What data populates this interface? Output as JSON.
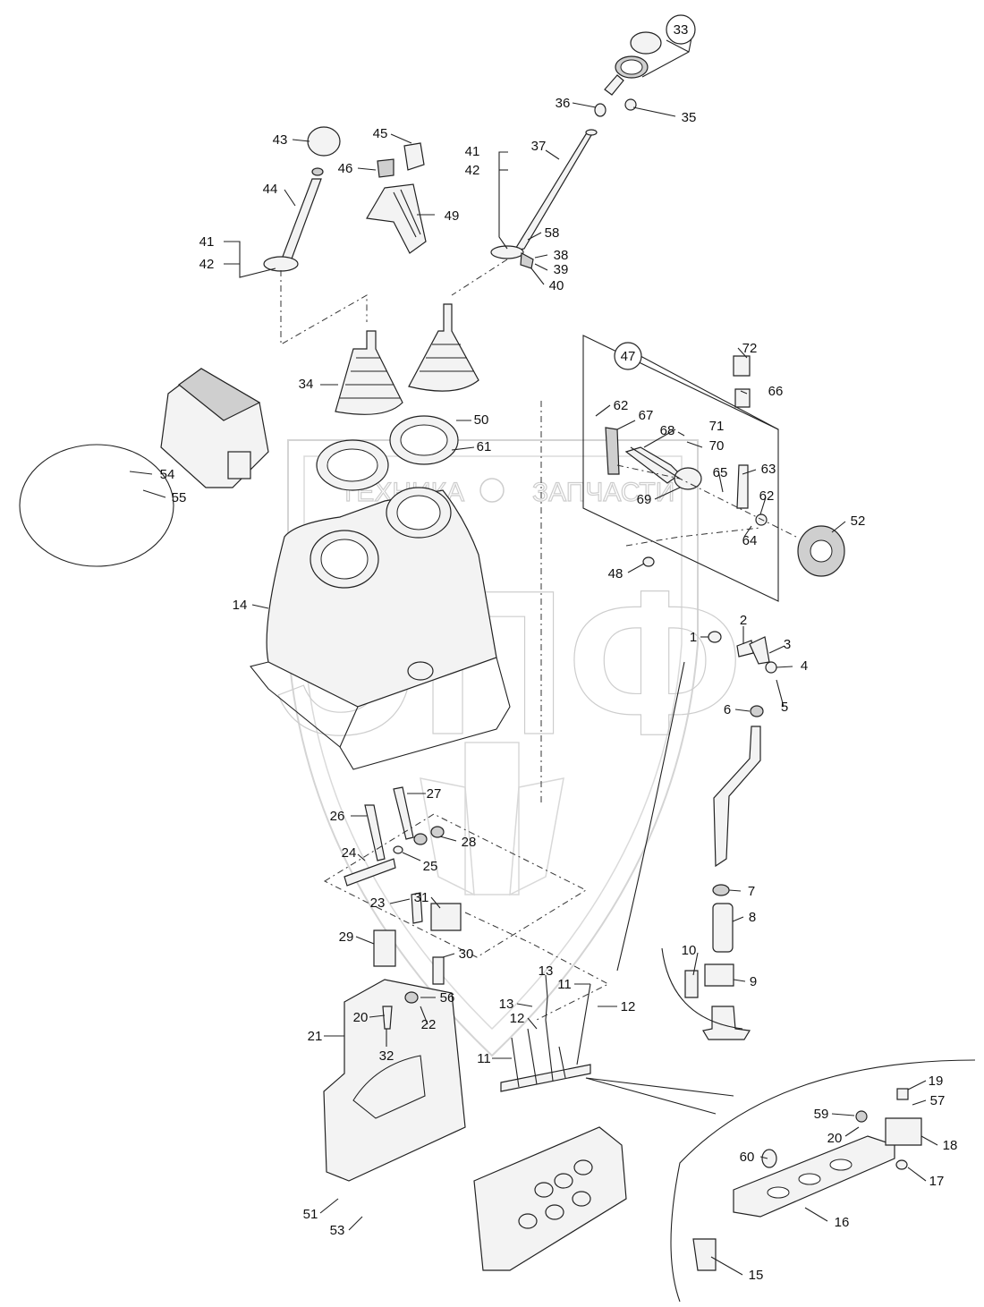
{
  "watermark": {
    "top_left": "ТЕХНИКА",
    "top_right": "ЗАПЧАСТИ",
    "big": "ЭПФ"
  },
  "callouts": [
    {
      "id": "c33",
      "text": "33",
      "circled": true
    },
    {
      "id": "c36",
      "text": "36"
    },
    {
      "id": "c35",
      "text": "35"
    },
    {
      "id": "c43",
      "text": "43"
    },
    {
      "id": "c45",
      "text": "45"
    },
    {
      "id": "c46",
      "text": "46"
    },
    {
      "id": "c41a",
      "text": "41"
    },
    {
      "id": "c42a",
      "text": "42"
    },
    {
      "id": "c37",
      "text": "37"
    },
    {
      "id": "c44",
      "text": "44"
    },
    {
      "id": "c49",
      "text": "49"
    },
    {
      "id": "c41b",
      "text": "41"
    },
    {
      "id": "c42b",
      "text": "42"
    },
    {
      "id": "c58",
      "text": "58"
    },
    {
      "id": "c38",
      "text": "38"
    },
    {
      "id": "c39",
      "text": "39"
    },
    {
      "id": "c40",
      "text": "40"
    },
    {
      "id": "c47",
      "text": "47",
      "circled": true
    },
    {
      "id": "c72",
      "text": "72"
    },
    {
      "id": "c66",
      "text": "66"
    },
    {
      "id": "c34",
      "text": "34"
    },
    {
      "id": "c62a",
      "text": "62"
    },
    {
      "id": "c67",
      "text": "67"
    },
    {
      "id": "c71",
      "text": "71"
    },
    {
      "id": "c68",
      "text": "68"
    },
    {
      "id": "c70",
      "text": "70"
    },
    {
      "id": "c50",
      "text": "50"
    },
    {
      "id": "c61",
      "text": "61"
    },
    {
      "id": "c54",
      "text": "54"
    },
    {
      "id": "c55",
      "text": "55"
    },
    {
      "id": "c65",
      "text": "65"
    },
    {
      "id": "c63",
      "text": "63"
    },
    {
      "id": "c69",
      "text": "69"
    },
    {
      "id": "c62b",
      "text": "62"
    },
    {
      "id": "c52",
      "text": "52"
    },
    {
      "id": "c64",
      "text": "64"
    },
    {
      "id": "c48",
      "text": "48"
    },
    {
      "id": "c14",
      "text": "14"
    },
    {
      "id": "c2",
      "text": "2"
    },
    {
      "id": "c3",
      "text": "3"
    },
    {
      "id": "c1",
      "text": "1"
    },
    {
      "id": "c4",
      "text": "4"
    },
    {
      "id": "c5",
      "text": "5"
    },
    {
      "id": "c6",
      "text": "6"
    },
    {
      "id": "c27",
      "text": "27"
    },
    {
      "id": "c26",
      "text": "26"
    },
    {
      "id": "c28",
      "text": "28"
    },
    {
      "id": "c24",
      "text": "24"
    },
    {
      "id": "c25",
      "text": "25"
    },
    {
      "id": "c7",
      "text": "7"
    },
    {
      "id": "c23",
      "text": "23"
    },
    {
      "id": "c31",
      "text": "31"
    },
    {
      "id": "c8",
      "text": "8"
    },
    {
      "id": "c29",
      "text": "29"
    },
    {
      "id": "c30",
      "text": "30"
    },
    {
      "id": "c13a",
      "text": "13"
    },
    {
      "id": "c10",
      "text": "10"
    },
    {
      "id": "c9",
      "text": "9"
    },
    {
      "id": "c11a",
      "text": "11"
    },
    {
      "id": "c56",
      "text": "56"
    },
    {
      "id": "c13b",
      "text": "13"
    },
    {
      "id": "c12a",
      "text": "12"
    },
    {
      "id": "c20a",
      "text": "20"
    },
    {
      "id": "c12b",
      "text": "12"
    },
    {
      "id": "c22",
      "text": "22"
    },
    {
      "id": "c21",
      "text": "21"
    },
    {
      "id": "c32",
      "text": "32"
    },
    {
      "id": "c11b",
      "text": "11"
    },
    {
      "id": "c19",
      "text": "19"
    },
    {
      "id": "c57",
      "text": "57"
    },
    {
      "id": "c59",
      "text": "59"
    },
    {
      "id": "c20b",
      "text": "20"
    },
    {
      "id": "c18",
      "text": "18"
    },
    {
      "id": "c60",
      "text": "60"
    },
    {
      "id": "c17",
      "text": "17"
    },
    {
      "id": "c16",
      "text": "16"
    },
    {
      "id": "c51",
      "text": "51"
    },
    {
      "id": "c53",
      "text": "53"
    },
    {
      "id": "c15",
      "text": "15"
    }
  ]
}
